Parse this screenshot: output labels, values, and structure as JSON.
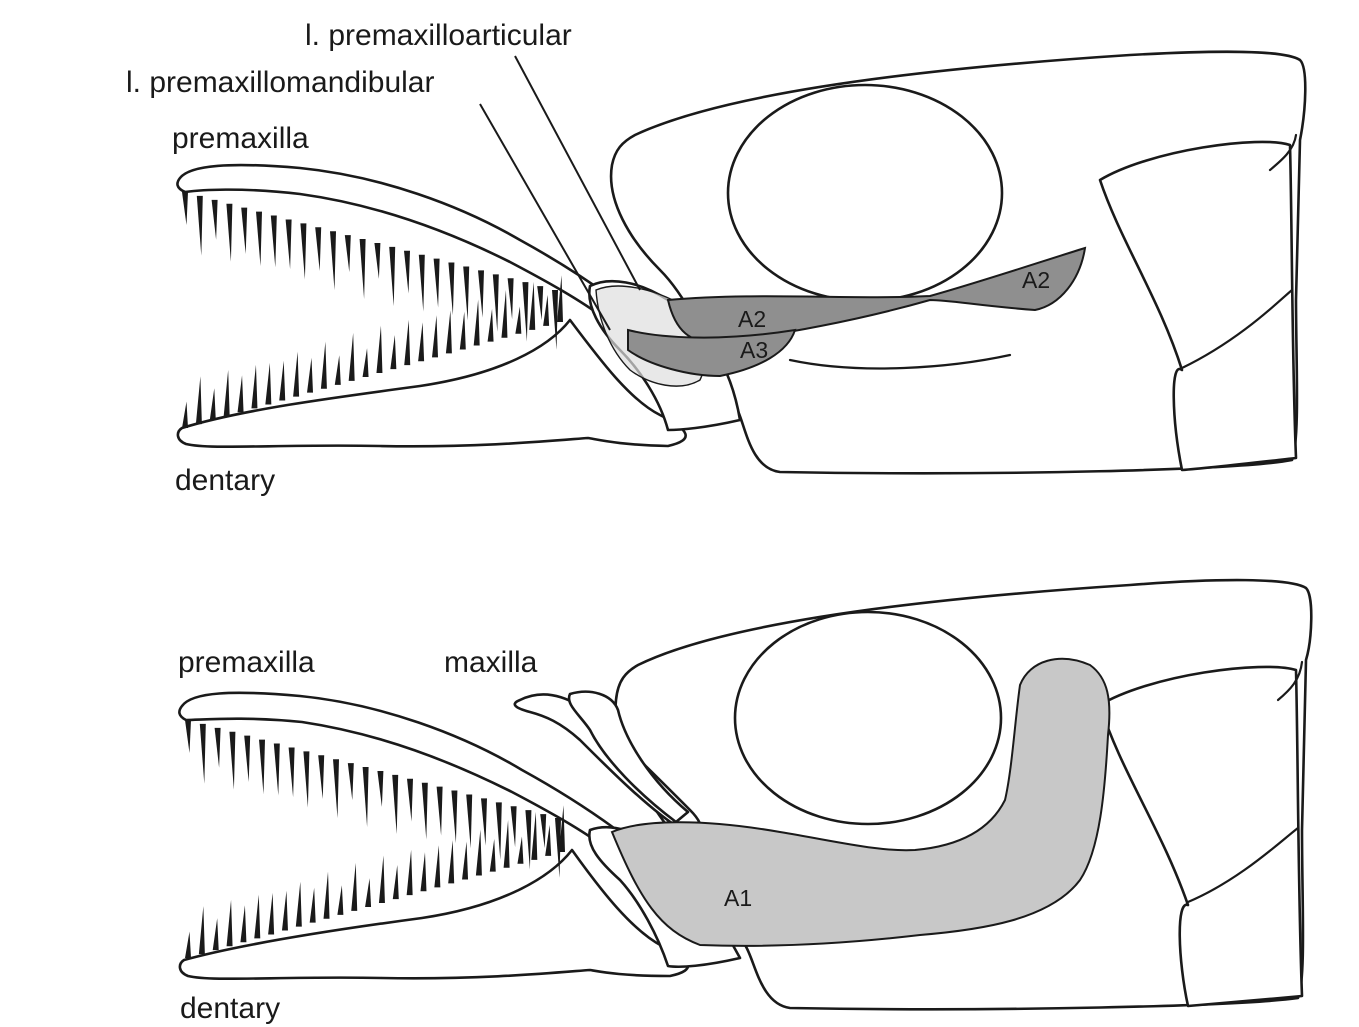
{
  "colors": {
    "muscle_dark": "#8f8f8f",
    "muscle_light": "#c8c8c8",
    "ligament": "#dedede",
    "line": "#1a1a1a"
  },
  "top_panel": {
    "labels": {
      "premaxilloarticular": "l. premaxilloarticular",
      "premaxillomandibular": "l. premaxillomandibular",
      "premaxilla": "premaxilla",
      "dentary": "dentary"
    },
    "muscles": {
      "a2_front": "A2",
      "a2_back": "A2",
      "a3": "A3"
    }
  },
  "bottom_panel": {
    "labels": {
      "premaxilla": "premaxilla",
      "maxilla": "maxilla",
      "dentary": "dentary"
    },
    "muscles": {
      "a1": "A1"
    }
  }
}
